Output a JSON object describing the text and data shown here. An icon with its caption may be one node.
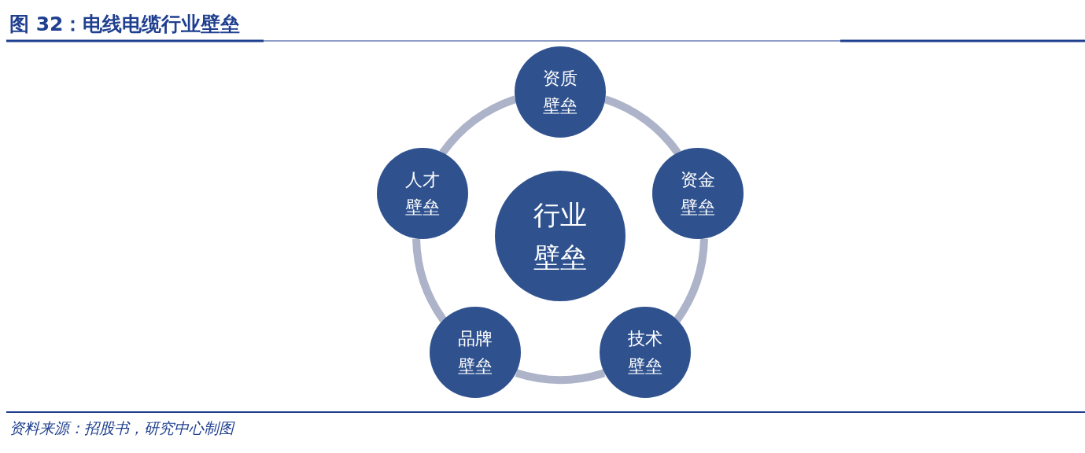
{
  "diagram": {
    "title": "图 32：电线电缆行业壁垒",
    "caption": "资料来源：招股书，研究中心制图",
    "nodes": [
      {
        "text": [
          "资质壁垒"
        ]
      },
      {
        "text": [
          "人才壁垒"
        ]
      },
      {
        "text": [
          "资金壁垒"
        ]
      },
      {
        "text": [
          "行业壁垒"
        ]
      },
      {
        "text": [
          "品牌壁垒"
        ]
      },
      {
        "text": [
          "技术壁垒"
        ]
      }
    ],
    "edges": [
      {
        "from": 0,
        "to": 2,
        "arrow": "none"
      },
      {
        "from": 2,
        "to": 5,
        "arrow": "none"
      },
      {
        "from": 5,
        "to": 4,
        "arrow": "none"
      },
      {
        "from": 4,
        "to": 1,
        "arrow": "none"
      },
      {
        "from": 1,
        "to": 0,
        "arrow": "none"
      }
    ]
  }
}
